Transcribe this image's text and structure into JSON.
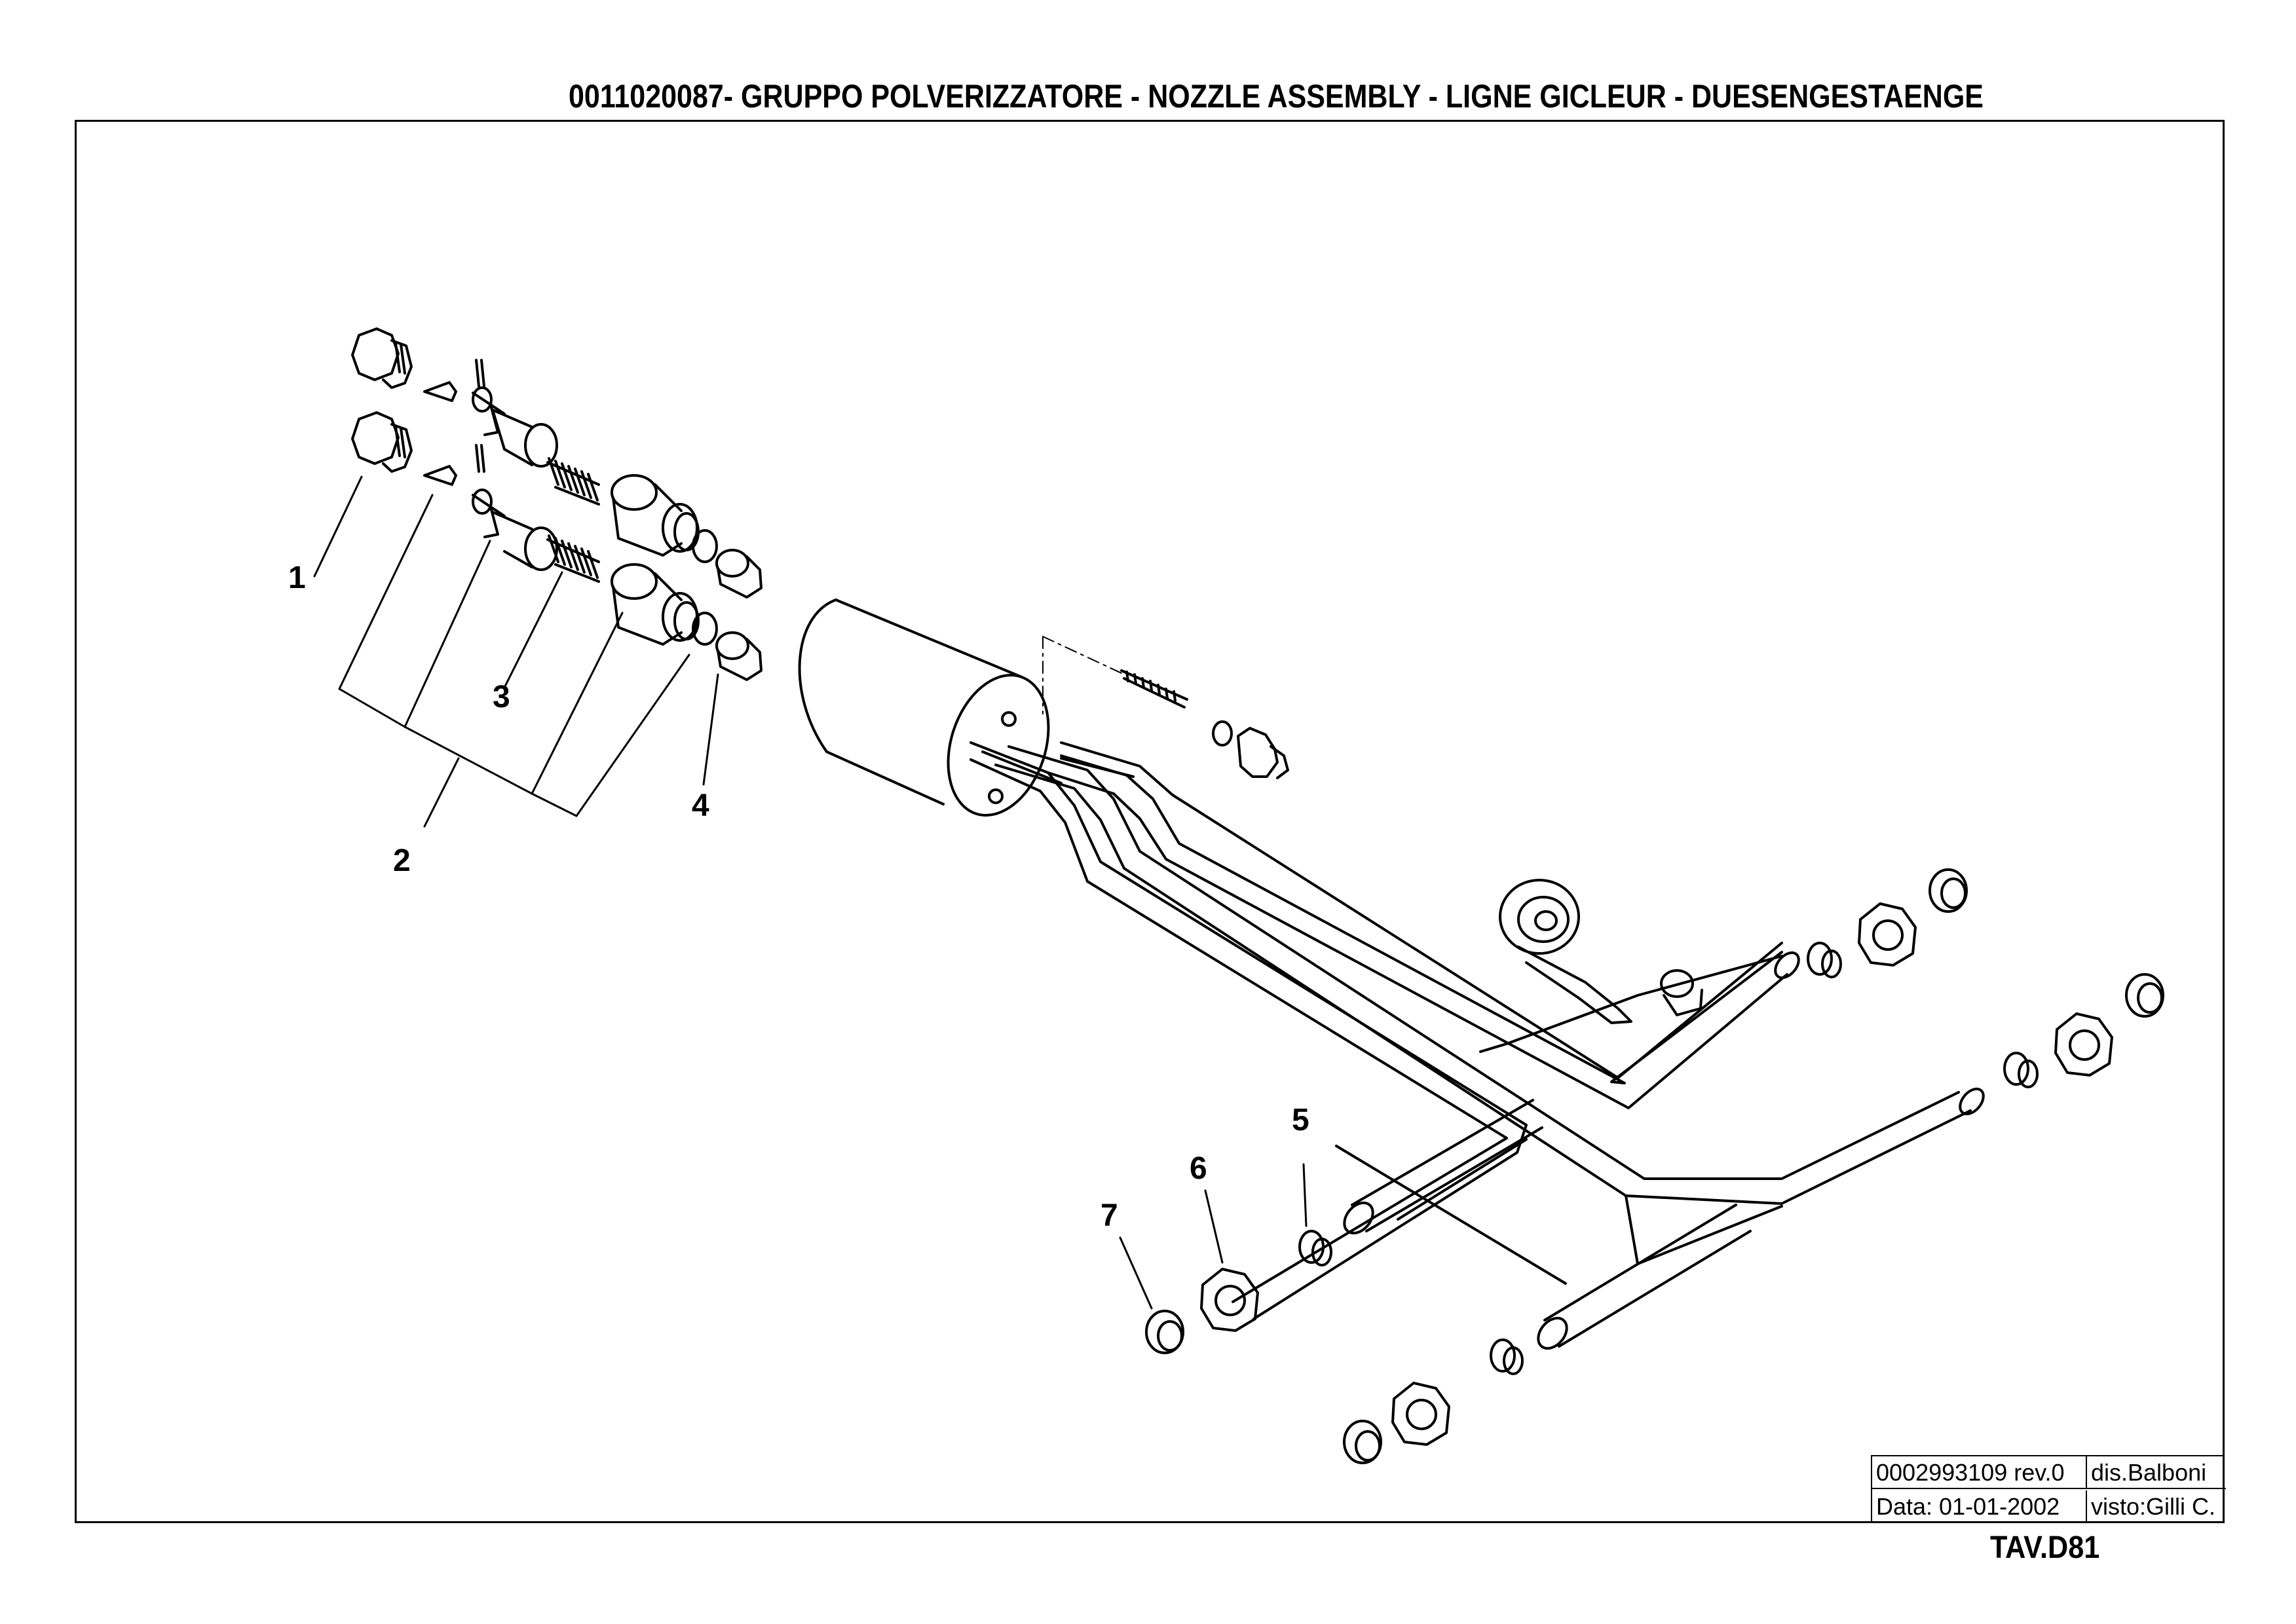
{
  "title": "0011020087-  GRUPPO  POLVERIZZATORE -  NOZZLE ASSEMBLY - LIGNE GICLEUR - DUESENGESTAENGE",
  "callouts": [
    "1",
    "2",
    "3",
    "4",
    "5",
    "6",
    "7"
  ],
  "title_block": {
    "drawing_number": "0002993109 rev.0",
    "drawn_by": "dis.Balboni",
    "date": "Data: 01-01-2002",
    "checked_by": "visto:Gilli C."
  },
  "sheet": "TAV.D81"
}
